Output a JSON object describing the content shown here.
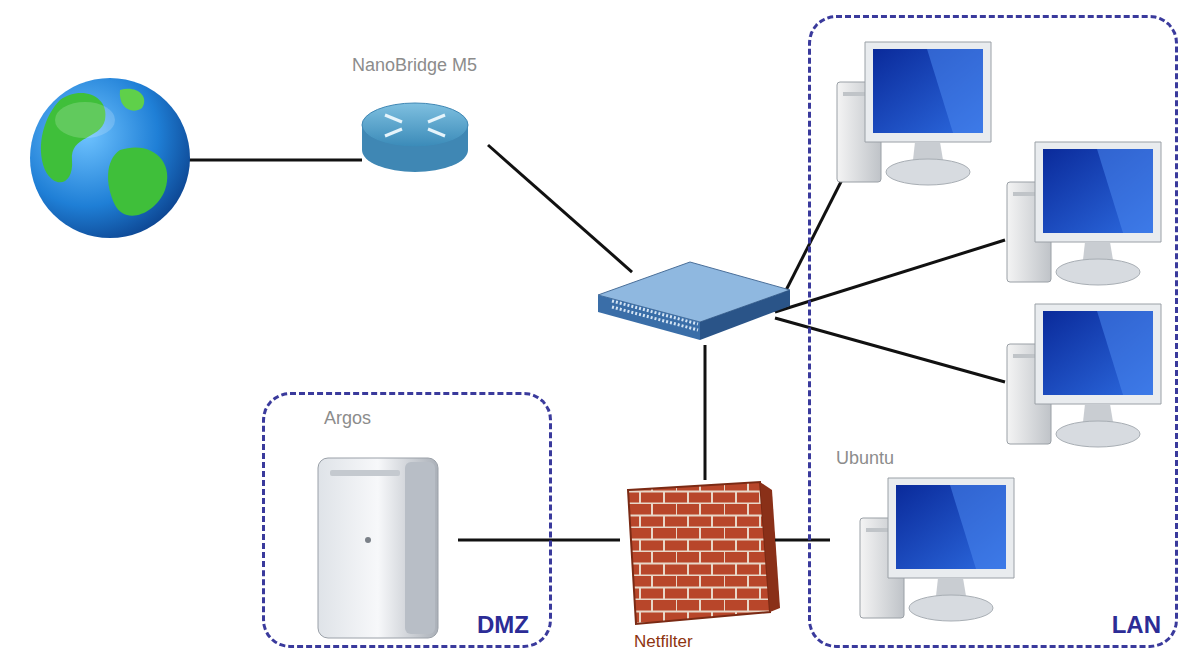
{
  "diagram": {
    "nodes": [
      {
        "text": [
          "NanoBridge M5"
        ]
      },
      {
        "text": [
          "DMZ"
        ]
      },
      {
        "text": [
          "Argos"
        ],
        "in": 1
      },
      {
        "text": [
          "Netfilter"
        ]
      },
      {
        "text": [
          "LAN"
        ]
      },
      {
        "text": [
          "Ubuntu"
        ],
        "in": 4
      }
    ],
    "edges": [
      {
        "from": 3,
        "to": 2,
        "arrow": "none"
      },
      {
        "from": 3,
        "to": 5,
        "arrow": "none"
      }
    ]
  }
}
